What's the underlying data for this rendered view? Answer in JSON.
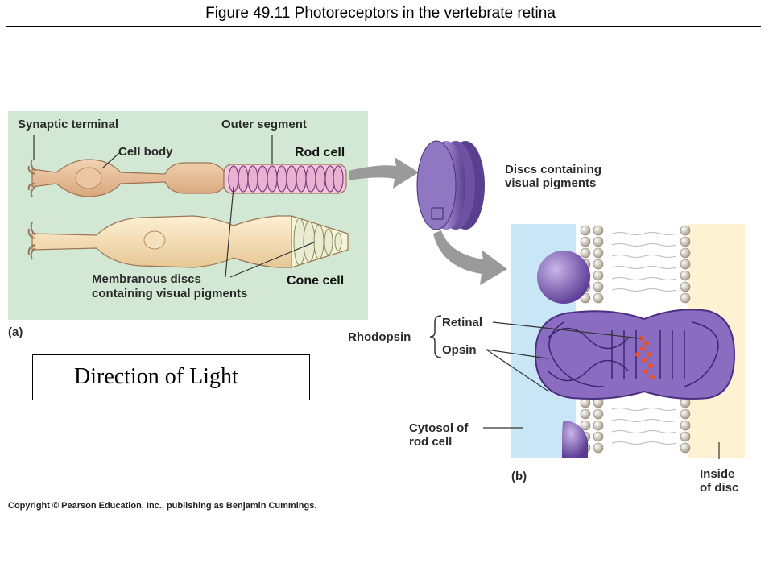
{
  "title": "Figure 49.11  Photoreceptors in the vertebrate retina",
  "panel_a": {
    "label": "(a)",
    "synaptic_terminal": "Synaptic terminal",
    "cell_body": "Cell body",
    "outer_segment": "Outer segment",
    "rod_cell": "Rod cell",
    "cone_cell": "Cone cell",
    "membranous_discs_line1": "Membranous discs",
    "membranous_discs_line2": "containing visual pigments"
  },
  "discs": {
    "line1": "Discs containing",
    "line2": "visual pigments"
  },
  "panel_b": {
    "label": "(b)",
    "rhodopsin": "Rhodopsin",
    "retinal": "Retinal",
    "opsin": "Opsin",
    "cytosol_line1": "Cytosol of",
    "cytosol_line2": "rod cell",
    "inside_line1": "Inside",
    "inside_line2": "of disc"
  },
  "direction_of_light": "Direction of Light",
  "copyright": "Copyright © Pearson Education, Inc., publishing as Benjamin Cummings."
}
